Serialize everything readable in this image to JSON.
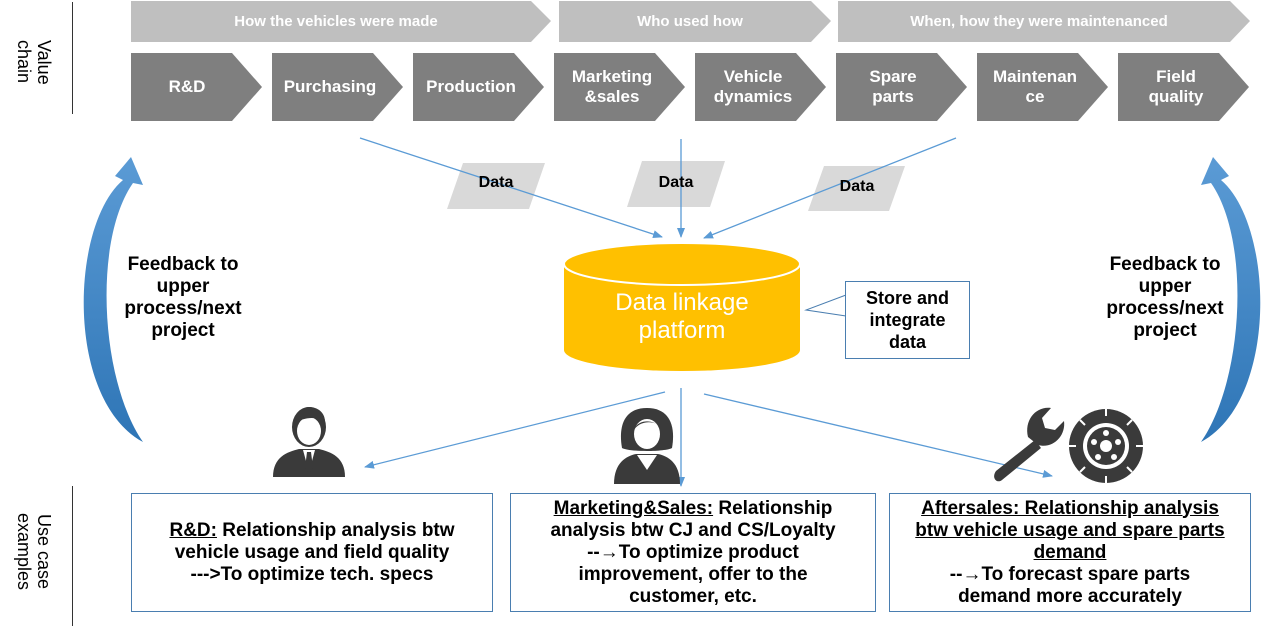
{
  "value_chain_label": "Value\nchain",
  "use_case_label": "Use case\nexamples",
  "phases": [
    "How the vehicles were made",
    "Who used how",
    "When, how they were maintenanced"
  ],
  "steps": [
    "R&D",
    "Purchasing",
    "Production",
    "Marketing\n&sales",
    "Vehicle\ndynamics",
    "Spare\nparts",
    "Maintenan\nce",
    "Field\nquality"
  ],
  "data_labels": [
    "Data",
    "Data",
    "Data"
  ],
  "platform_label": "Data linkage\nplatform",
  "store_label": "Store and\nintegrate\ndata",
  "feedback_left": "Feedback to\nupper\nprocess/next\nproject",
  "feedback_right": "Feedback to\nupper\nprocess/next\nproject",
  "use_cases": {
    "rd": {
      "title": "R&D:",
      "text1": " Relationship analysis btw",
      "text2": "vehicle usage and field quality",
      "text3": "--->To optimize tech. specs"
    },
    "marketing": {
      "title": "Marketing&Sales:",
      "text1": " Relationship",
      "text2": "analysis btw CJ and CS/Loyalty",
      "text3": "--→To optimize product",
      "text4": "improvement, offer to the",
      "text5": "customer, etc."
    },
    "aftersales": {
      "title1": "Aftersales: Relationship analysis",
      "title2": "btw vehicle usage and spare parts",
      "title3": "demand",
      "text1": "--→To forecast spare parts",
      "text2": "demand more accurately"
    }
  },
  "icons": [
    "person-male-icon",
    "person-female-icon",
    "wrench-icon",
    "tire-icon"
  ],
  "colors": {
    "chevron": "#7f7f7f",
    "phase": "#bfbfbf",
    "data_shape": "#d9d9d9",
    "platform": "#ffc000",
    "arrow": "#5b9bd5",
    "box_border": "#4a7eb0",
    "icon": "#3a3a3a"
  }
}
